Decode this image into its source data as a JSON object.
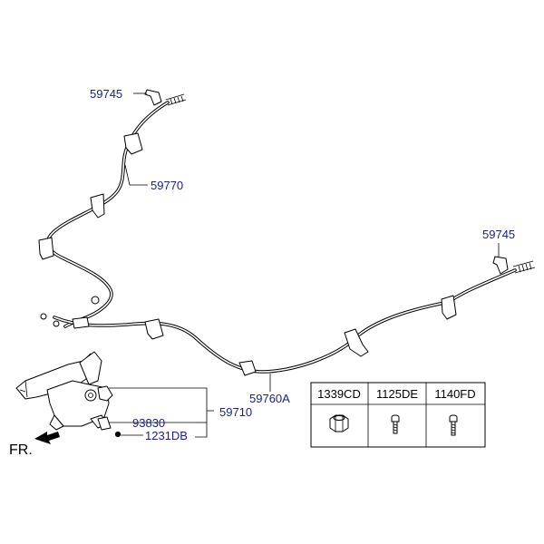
{
  "callouts": {
    "cable_left_end_bracket": "59745",
    "cable_left": "59770",
    "cable_right_end_bracket": "59745",
    "cable_right": "59760A",
    "lever_assembly": "59710",
    "switch": "93830",
    "screw": "1231DB"
  },
  "front_label": "FR.",
  "fastener_table": {
    "columns": [
      "1339CD",
      "1125DE",
      "1140FD"
    ]
  },
  "colors": {
    "callout_text": "#1a237e",
    "line": "#000000"
  }
}
